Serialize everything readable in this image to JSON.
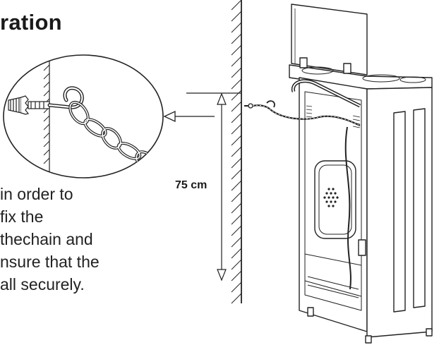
{
  "heading": "ration",
  "instruction_lines": [
    "in order to",
    "fix the",
    "thechain  and",
    "nsure that the",
    "all securely."
  ],
  "dimension_label": "75 cm",
  "colors": {
    "ink": "#1a1a1a",
    "background": "#ffffff"
  }
}
